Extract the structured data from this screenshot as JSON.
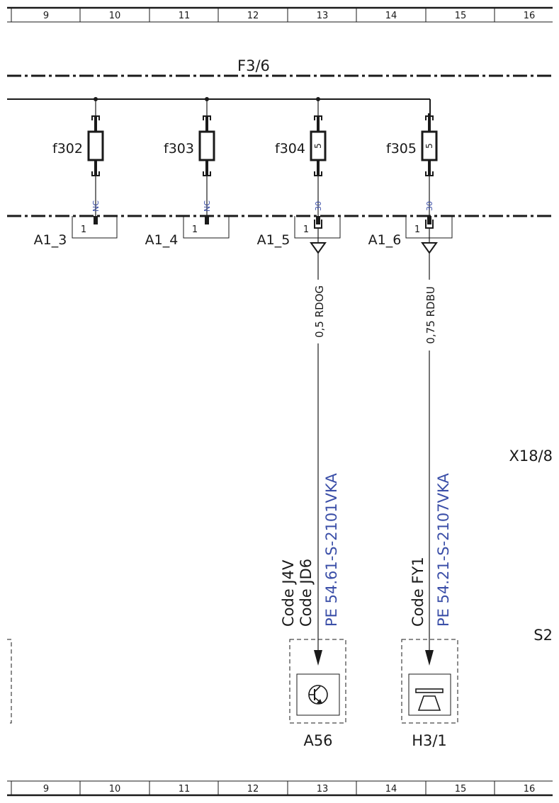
{
  "ruler": {
    "columns": [
      "9",
      "10",
      "11",
      "12",
      "13",
      "14",
      "15",
      "16"
    ]
  },
  "fuse_box": {
    "label": "F3/6"
  },
  "fuses": [
    {
      "name": "f302",
      "rating": "",
      "terminal": "NC",
      "connector": "A1_3",
      "pin": "1"
    },
    {
      "name": "f303",
      "rating": "",
      "terminal": "NC",
      "connector": "A1_4",
      "pin": "1"
    },
    {
      "name": "f304",
      "rating": "5",
      "terminal": "30",
      "connector": "A1_5",
      "pin": "1"
    },
    {
      "name": "f305",
      "rating": "5",
      "terminal": "30",
      "connector": "A1_6",
      "pin": "1"
    }
  ],
  "wires": [
    {
      "spec": "0,5 RDOG",
      "ref": "PE 54.61-S-2101VKA",
      "codes": [
        "Code J4V",
        "Code JD6"
      ],
      "component": "A56"
    },
    {
      "spec": "0,75 RDBU",
      "ref": "PE 54.21-S-2107VKA",
      "codes": [
        "Code FY1"
      ],
      "component": "H3/1"
    }
  ],
  "side_labels": {
    "connector_ref": "X18/8",
    "switch_ref": "S2"
  },
  "colors": {
    "line": "#1a1a1a",
    "reference_text": "#3b4fa8"
  }
}
